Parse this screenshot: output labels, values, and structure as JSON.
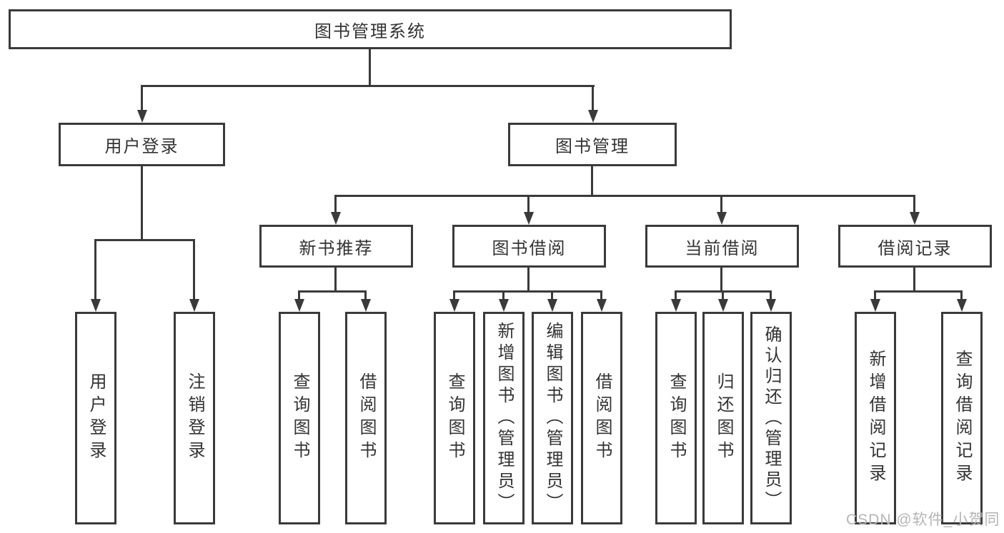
{
  "diagram_title": "图书管理系统",
  "colors": {
    "line": "#3a3a3a",
    "box_border": "#3a3a3a",
    "box_fill": "#ffffff",
    "text": "#333333",
    "watermark": "#b5b5b5",
    "background": "#ffffff"
  },
  "watermark": {
    "text": "CSDN @软件_小贺同学"
  },
  "nodes": {
    "root": {
      "label": "图书管理系统"
    },
    "user_login": {
      "label": "用户登录"
    },
    "book_mgmt": {
      "label": "图书管理"
    },
    "new_book_rec": {
      "label": "新书推荐"
    },
    "book_borrow": {
      "label": "图书借阅"
    },
    "current_borrow": {
      "label": "当前借阅"
    },
    "borrow_record": {
      "label": "借阅记录"
    },
    "leaf_user_login": {
      "label": "用户登录"
    },
    "leaf_logout": {
      "label": "注销登录"
    },
    "leaf_query_book_new": {
      "label": "查询图书"
    },
    "leaf_borrow_book_new": {
      "label": "借阅图书"
    },
    "leaf_query_book_borrow": {
      "label": "查询图书"
    },
    "leaf_add_book": {
      "label": "新增图书（管理员）"
    },
    "leaf_edit_book": {
      "label": "编辑图书（管理员）"
    },
    "leaf_borrow_book_borrow": {
      "label": "借阅图书"
    },
    "leaf_query_book_current": {
      "label": "查询图书"
    },
    "leaf_return_book": {
      "label": "归还图书"
    },
    "leaf_confirm_return": {
      "label": "确认归还（管理员）"
    },
    "leaf_add_borrow_record": {
      "label": "新增借阅记录"
    },
    "leaf_query_borrow_record": {
      "label": "查询借阅记录"
    }
  }
}
